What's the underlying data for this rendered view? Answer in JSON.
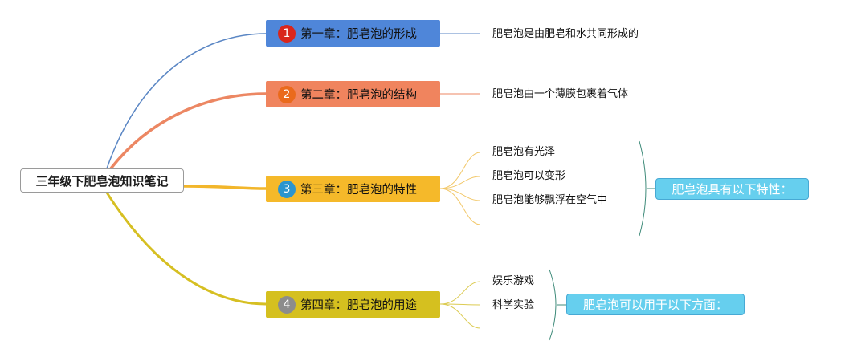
{
  "root": {
    "title": "三年级下肥皂泡知识笔记"
  },
  "chapters": [
    {
      "number": "1",
      "title": "第一章：肥皂泡的形成",
      "bg": "#4f86d9",
      "badge_color": "#d9261c",
      "line_color": "#5a86c4",
      "notes": [
        "肥皂泡是由肥皂和水共同形成的"
      ]
    },
    {
      "number": "2",
      "title": "第二章：肥皂泡的结构",
      "bg": "#f0845e",
      "badge_color": "#ea6a1c",
      "line_color": "#ec8763",
      "notes": [
        "肥皂泡由一个薄膜包裹着气体"
      ]
    },
    {
      "number": "3",
      "title": "第三章：肥皂泡的特性",
      "bg": "#f5b92a",
      "badge_color": "#2b95cf",
      "line_color": "#f2b62b",
      "notes": [
        "肥皂泡有光泽",
        "肥皂泡可以变形",
        "肥皂泡能够飘浮在空气中"
      ],
      "summary": "肥皂泡具有以下特性："
    },
    {
      "number": "4",
      "title": "第四章：肥皂泡的用途",
      "bg": "#d5c01f",
      "badge_color": "#8c8c8c",
      "line_color": "#d6bf22",
      "notes": [
        "娱乐游戏",
        "科学实验"
      ],
      "summary": "肥皂泡可以用于以下方面："
    }
  ],
  "colors": {
    "summary_bg": "#66cfee",
    "bracket": "#3f8b7a"
  }
}
